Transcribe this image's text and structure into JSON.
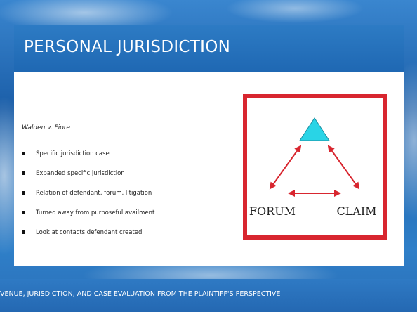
{
  "slide": {
    "title": "PERSONAL JURISDICTION",
    "case_name": "Walden v. Fiore",
    "bullets": [
      "Specific jurisdiction case",
      "Expanded specific jurisdiction",
      "Relation of defendant, forum, litigation",
      "Turned away from purposeful availment",
      "Look at contacts defendant created"
    ],
    "diagram": {
      "left_label": "FORUM",
      "right_label": "CLAIM",
      "frame_color": "#d8262f",
      "arrow_color": "#d8262f",
      "triangle_color": "#29d4e6"
    },
    "footer": "VENUE, JURISDICTION,  AND CASE EVALUATION FROM THE PLAINTIFF'S PERSPECTIVE"
  }
}
